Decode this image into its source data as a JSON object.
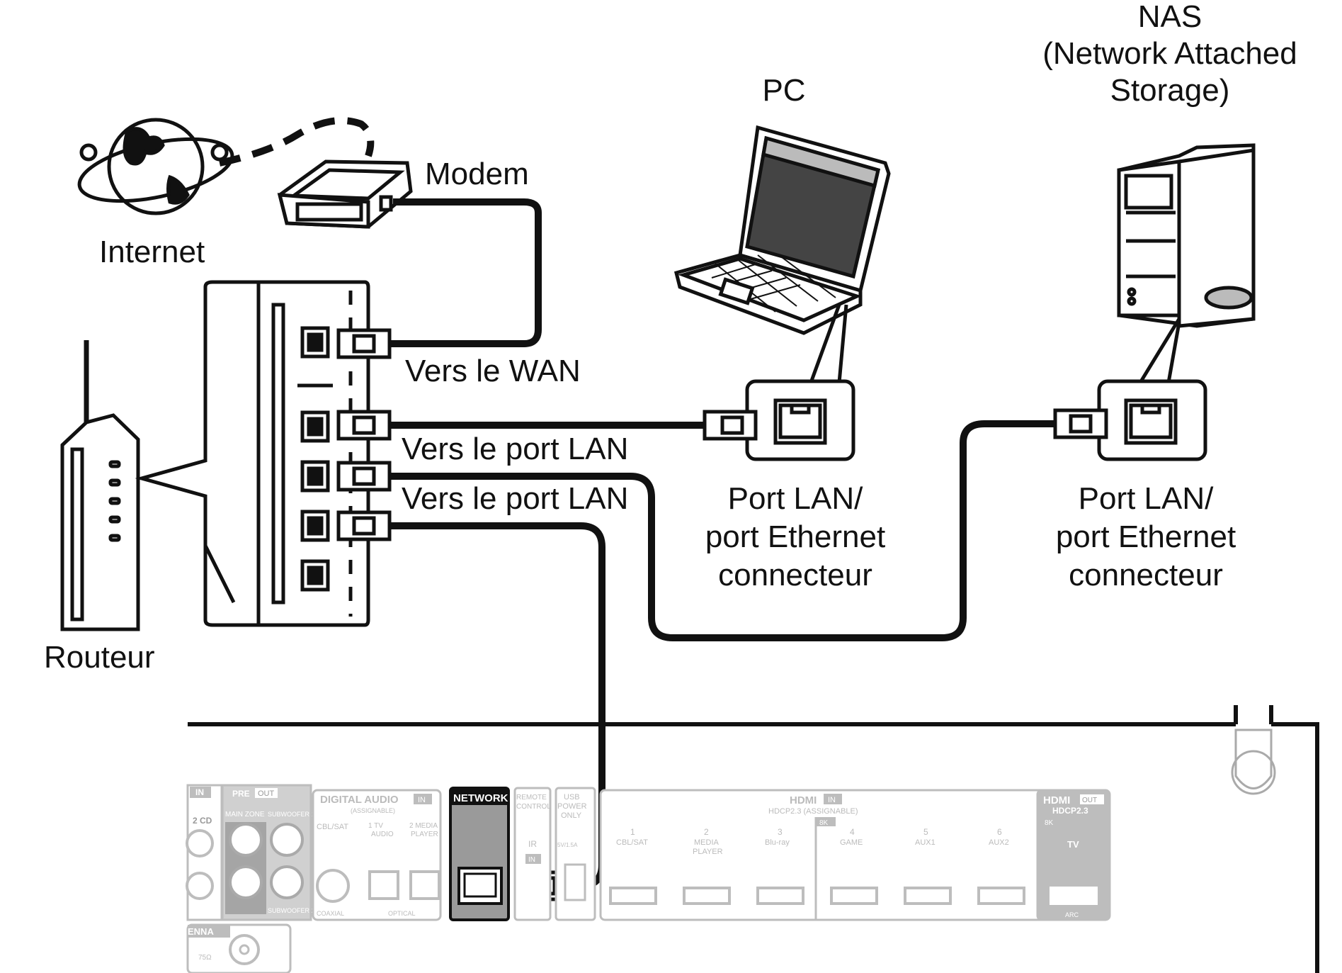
{
  "labels": {
    "nas_line1": "NAS",
    "nas_line2": "(Network Attached",
    "nas_line3": "Storage)",
    "pc": "PC",
    "modem": "Modem",
    "internet": "Internet",
    "to_wan": "Vers le WAN",
    "to_lan_1": "Vers le port LAN",
    "to_lan_2": "Vers le port LAN",
    "router": "Routeur",
    "port_pc_line1": "Port LAN/",
    "port_pc_line2": "port Ethernet",
    "port_pc_line3": "connecteur",
    "port_nas_line1": "Port LAN/",
    "port_nas_line2": "port Ethernet",
    "port_nas_line3": "connecteur"
  },
  "panel": {
    "in_label": "IN",
    "cd_label": "2  CD",
    "pre_out": "PRE",
    "pre_out_tag": "OUT",
    "main_zone": "MAIN ZONE",
    "subwoofer1": "SUBWOOFER 1",
    "subwoofer2": "SUBWOOFER 2",
    "digital_audio": "DIGITAL AUDIO",
    "digital_audio_tag": "IN",
    "assignable": "(ASSIGNABLE)",
    "cbl_sat": "CBL/SAT",
    "tv_audio_num": "1  TV",
    "tv_audio": "AUDIO",
    "media_player_num": "2  MEDIA",
    "media_player": "PLAYER",
    "coaxial": "COAXIAL",
    "optical": "OPTICAL",
    "network": "NETWORK",
    "remote": "REMOTE",
    "control": "CONTROL",
    "ir": "IR",
    "ir_in": "IN",
    "usb": "USB",
    "power": "POWER",
    "only": "ONLY",
    "usb_rating": "5V/1.5A",
    "hdmi_in": "HDMI",
    "hdmi_in_tag": "IN",
    "hdcp_in": "HDCP2.3 (ASSIGNABLE)",
    "hdmi_inputs": [
      {
        "num": "1",
        "name": "CBL/SAT"
      },
      {
        "num": "2",
        "name": "MEDIA"
      },
      {
        "num": "3",
        "name": "Blu-ray"
      },
      {
        "num": "4",
        "name": "GAME"
      },
      {
        "num": "5",
        "name": "AUX1"
      },
      {
        "num": "6",
        "name": "AUX2"
      }
    ],
    "media_player_line2": "PLAYER",
    "eight_k": "8K",
    "hdmi_out": "HDMI",
    "hdmi_out_tag": "OUT",
    "hdcp_out": "HDCP2.3",
    "eight_k_out": "8K",
    "tv": "TV",
    "arc": "ARC",
    "antenna": "ENNA",
    "ohm": "75Ω"
  },
  "colors": {
    "line": "#111111",
    "panel_gray": "#bdbdbd",
    "panel_fill": "#f2f2f2",
    "network_fill": "#9a9a9a"
  }
}
